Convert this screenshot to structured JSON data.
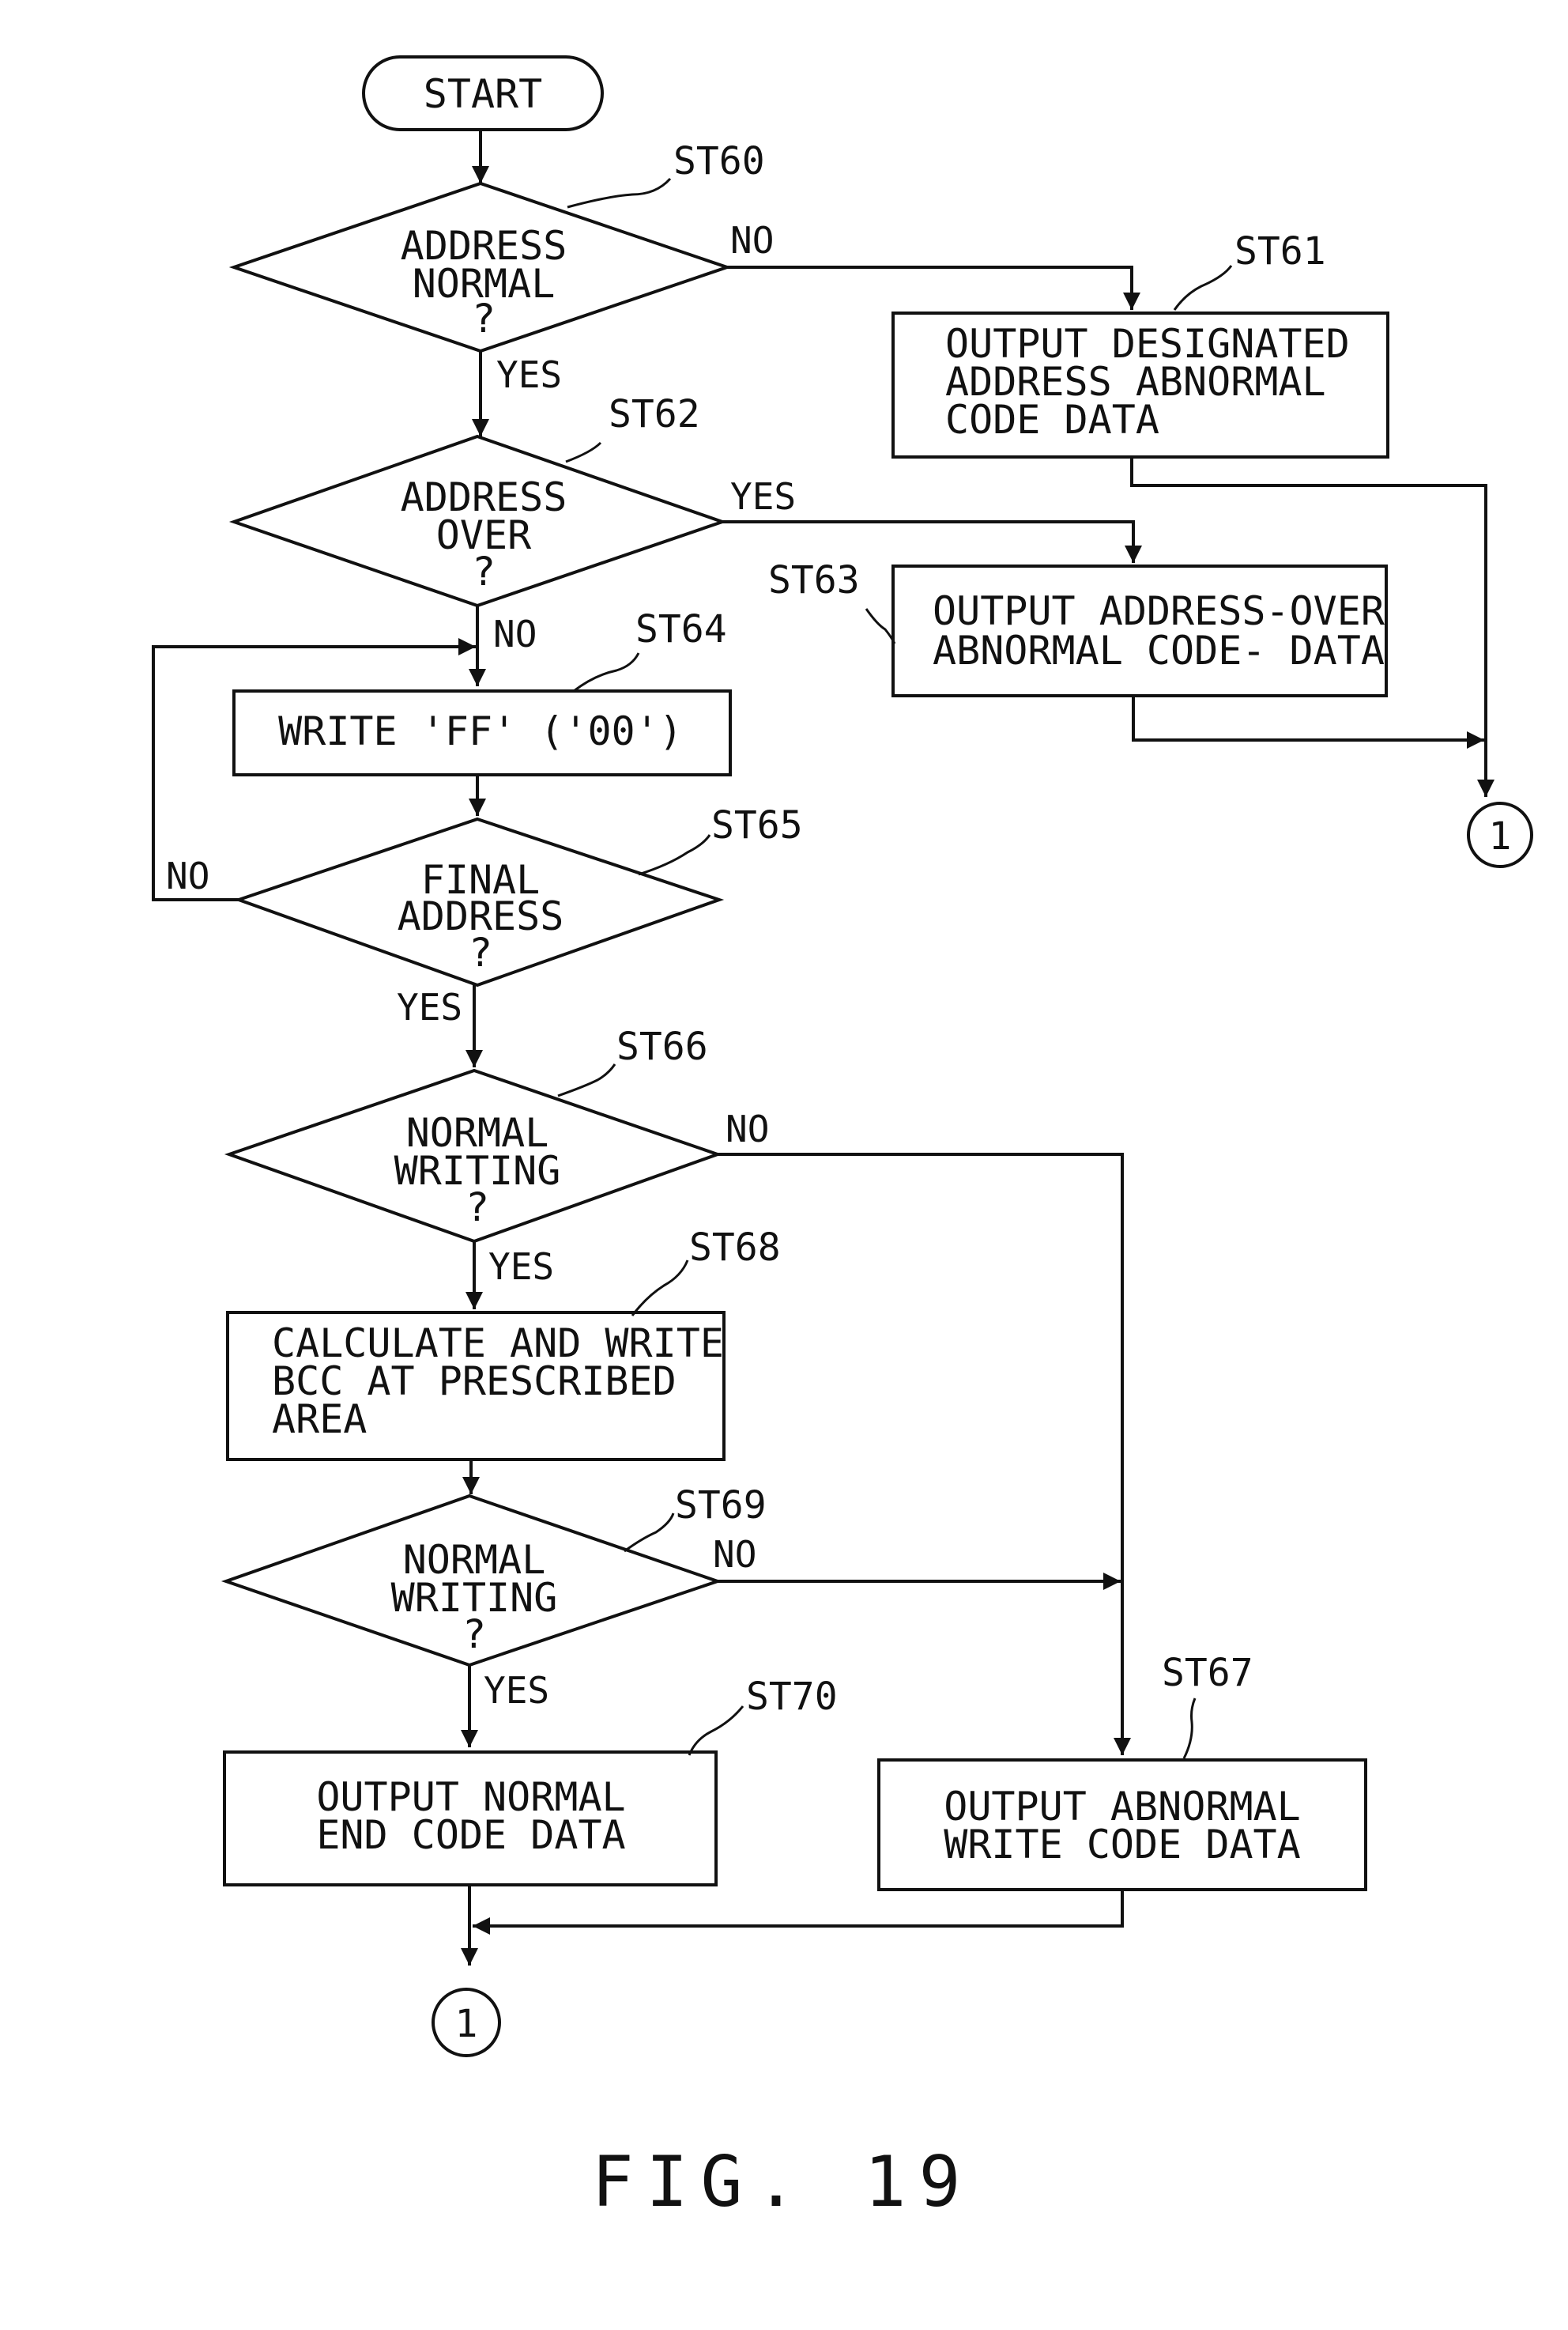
{
  "start": "START",
  "steps": {
    "st60": {
      "id": "ST60",
      "lines": [
        "ADDRESS",
        "NORMAL",
        "?"
      ]
    },
    "st61": {
      "id": "ST61",
      "lines": [
        "OUTPUT DESIGNATED",
        "ADDRESS ABNORMAL",
        "CODE DATA"
      ]
    },
    "st62": {
      "id": "ST62",
      "lines": [
        "ADDRESS",
        "OVER",
        "?"
      ]
    },
    "st63": {
      "id": "ST63",
      "lines": [
        "OUTPUT ADDRESS-OVER",
        "ABNORMAL CODE- DATA"
      ]
    },
    "st64": {
      "id": "ST64",
      "lines": [
        "WRITE 'FF' ('00')"
      ]
    },
    "st65": {
      "id": "ST65",
      "lines": [
        "FINAL",
        "ADDRESS",
        "?"
      ]
    },
    "st66": {
      "id": "ST66",
      "lines": [
        "NORMAL",
        "WRITING",
        "?"
      ]
    },
    "st67": {
      "id": "ST67",
      "lines": [
        "OUTPUT ABNORMAL",
        "WRITE CODE DATA"
      ]
    },
    "st68": {
      "id": "ST68",
      "lines": [
        "CALCULATE AND WRITE",
        "BCC AT PRESCRIBED",
        "AREA"
      ]
    },
    "st69": {
      "id": "ST69",
      "lines": [
        "NORMAL",
        "WRITING",
        "?"
      ]
    },
    "st70": {
      "id": "ST70",
      "lines": [
        "OUTPUT NORMAL",
        "END CODE DATA"
      ]
    }
  },
  "branches": {
    "st60_no": "NO",
    "st60_yes": "YES",
    "st62_yes": "YES",
    "st62_no": "NO",
    "st65_no": "NO",
    "st65_yes": "YES",
    "st66_no": "NO",
    "st66_yes": "YES",
    "st69_no": "NO",
    "st69_yes": "YES"
  },
  "connectors": {
    "right": "1",
    "bottom": "1"
  },
  "figure_caption": "FIG. 19"
}
